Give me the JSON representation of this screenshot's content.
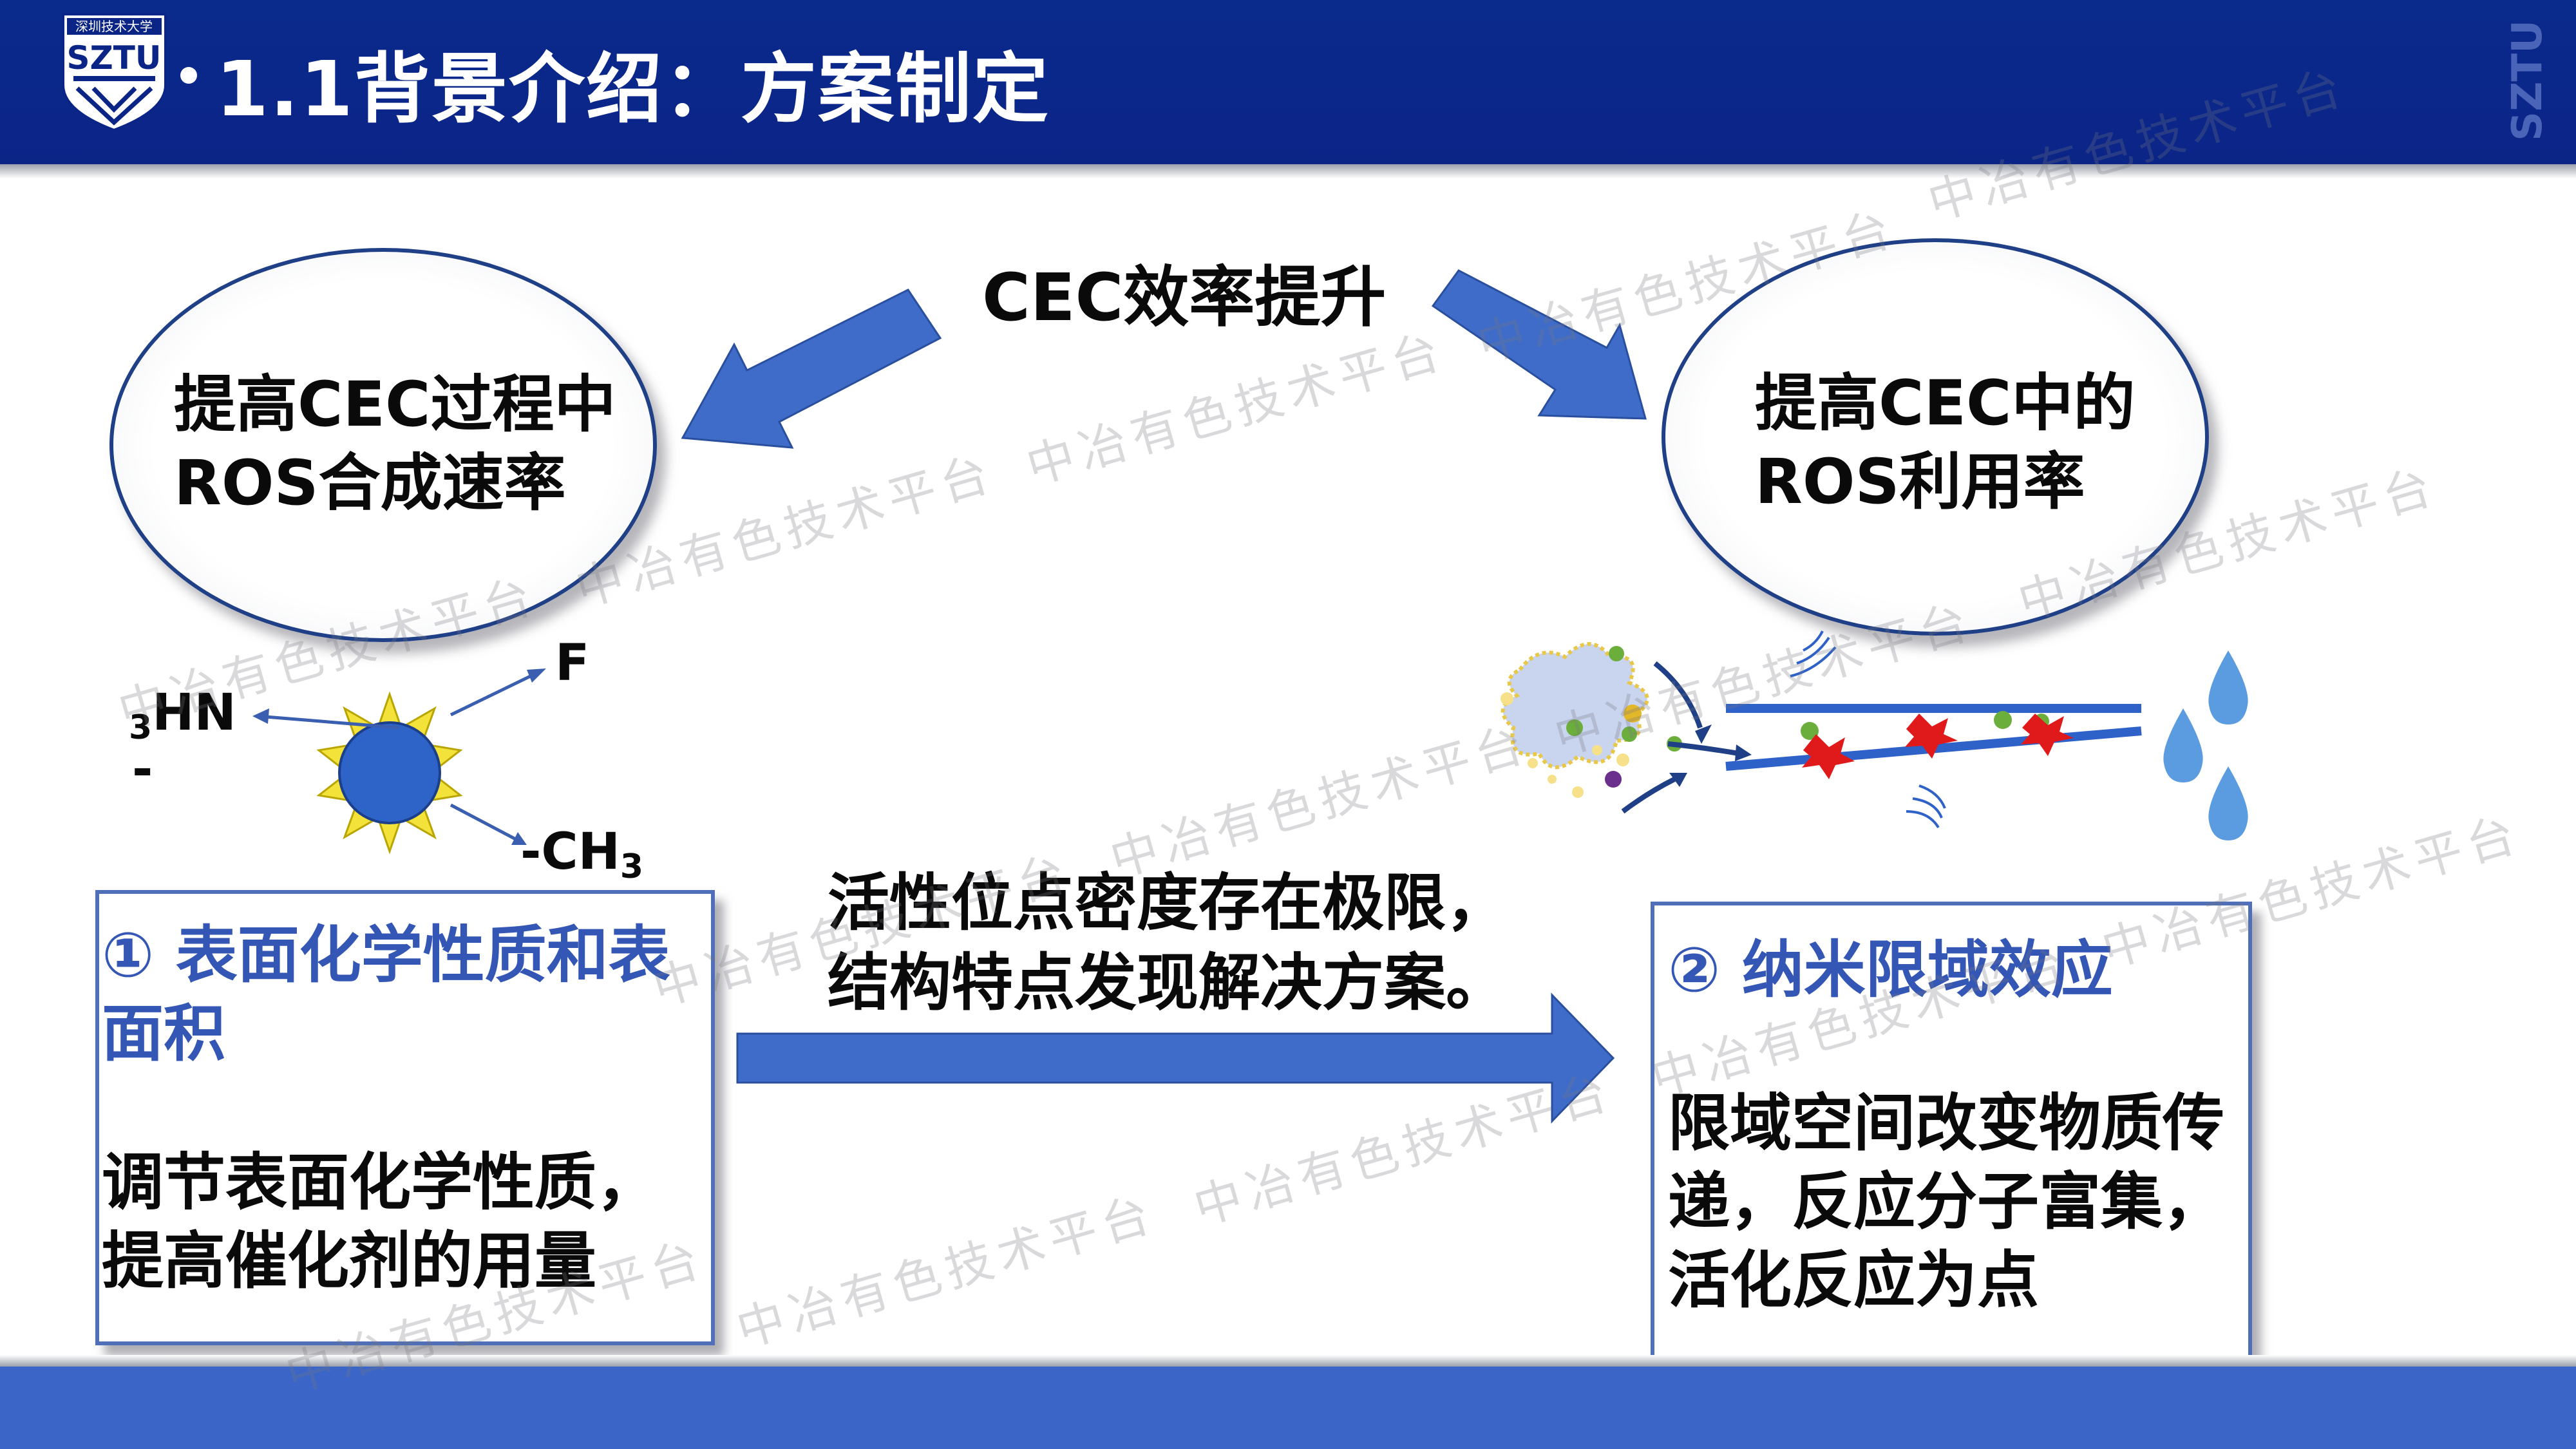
{
  "header": {
    "title": "1.1背景介绍：方案制定",
    "logo_text": "SZTU",
    "logo_cn": "深圳技术大学",
    "side_brand": "SZTU"
  },
  "center_title": "CEC效率提升",
  "left_ellipse": {
    "line1": "提高CEC过程中",
    "line2": "ROS合成速率"
  },
  "right_ellipse": {
    "line1": "提高CEC中的",
    "line2": "ROS利用率"
  },
  "molecule": {
    "top_right": "F",
    "left_main": "HN",
    "left_sub": "3",
    "left_below": "-",
    "bottom_main": "-CH",
    "bottom_sub": "3"
  },
  "middle_text": {
    "line1": "活性位点密度存在极限，",
    "line2": "结构特点发现解决方案。"
  },
  "left_box": {
    "title_line1": "① 表面化学性质和表",
    "title_line2": "面积",
    "body_line1": "调节表面化学性质，",
    "body_line2": "提高催化剂的用量"
  },
  "right_box": {
    "title": "② 纳米限域效应",
    "body_line1": "限域空间改变物质传",
    "body_line2": "递，反应分子富集，",
    "body_line3": "活化反应为点"
  },
  "watermark": "中冶有色技术平台",
  "colors": {
    "header": "#0b2587",
    "footer": "#3b66c8",
    "arrow": "#3f6cc8",
    "box_title": "#3456b5"
  }
}
